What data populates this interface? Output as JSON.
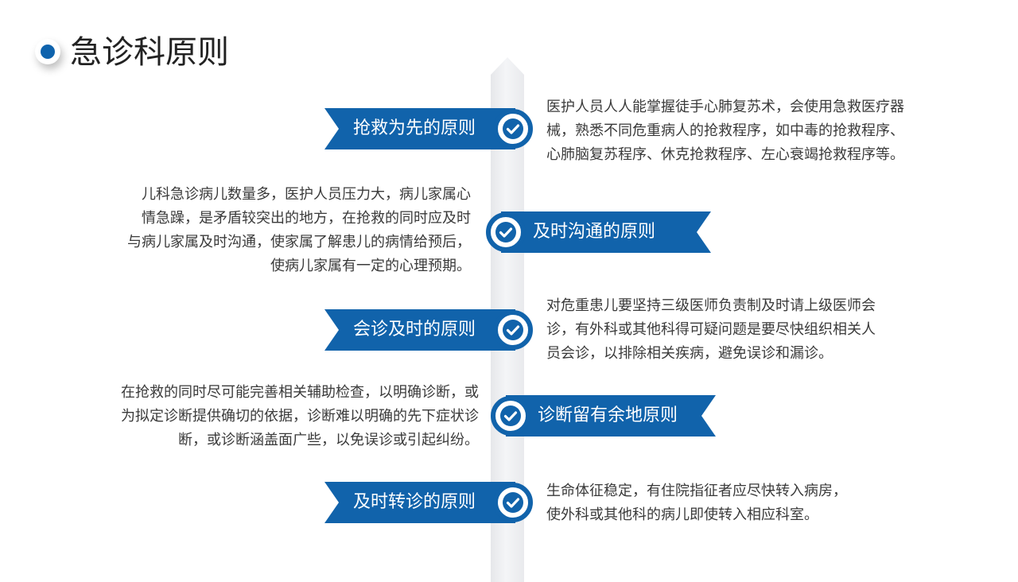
{
  "title": "急诊科原则",
  "accent_color": "#1163ab",
  "icon": "check-circle-icon",
  "principles": [
    {
      "label": "抢救为先的原则",
      "desc": [
        "医护人员人人能掌握徒手心肺复苏术，会使用急救医疗器",
        "械，熟悉不同危重病人的抢救程序，如中毒的抢救程序、",
        "心肺脑复苏程序、休克抢救程序、左心衰竭抢救程序等。"
      ]
    },
    {
      "label": "及时沟通的原则",
      "desc": [
        "儿科急诊病儿数量多，医护人员压力大，病儿家属心",
        "情急躁，是矛盾较突出的地方，在抢救的同时应及时",
        "与病儿家属及时沟通，使家属了解患儿的病情给预后，",
        "使病儿家属有一定的心理预期。"
      ]
    },
    {
      "label": "会诊及时的原则",
      "desc": [
        "对危重患儿要坚持三级医师负责制及时请上级医师会",
        "诊，有外科或其他科得可疑问题是要尽快组织相关人",
        "员会诊，以排除相关疾病，避免误诊和漏诊。"
      ]
    },
    {
      "label": "诊断留有余地原则",
      "desc": [
        "在抢救的同时尽可能完善相关辅助检查，以明确诊断，或",
        "为拟定诊断提供确切的依据，诊断难以明确的先下症状诊",
        "断，或诊断涵盖面广些，以免误诊或引起纠纷。"
      ]
    },
    {
      "label": "及时转诊的原则",
      "desc": [
        "生命体征稳定，有住院指征者应尽快转入病房，",
        "使外科或其他科的病儿即使转入相应科室。"
      ]
    }
  ]
}
